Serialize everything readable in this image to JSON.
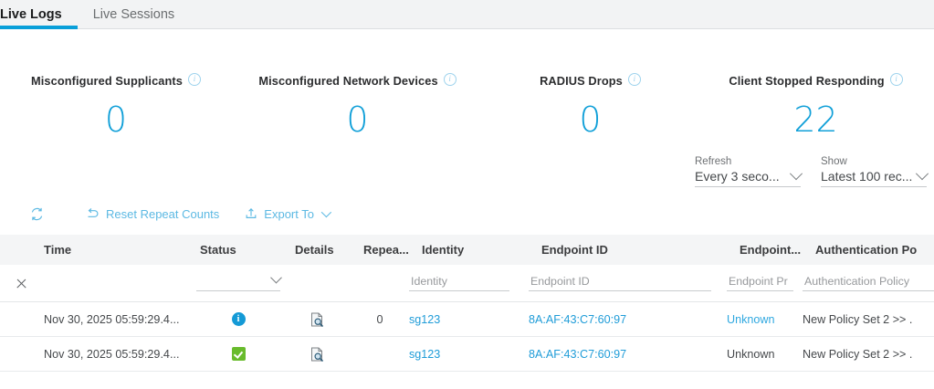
{
  "tabs": [
    {
      "label": "Live Logs",
      "active": true
    },
    {
      "label": "Live Sessions",
      "active": false
    }
  ],
  "kpis": [
    {
      "title": "Misconfigured Supplicants",
      "value": "0",
      "info_icon": "info-circle-icon"
    },
    {
      "title": "Misconfigured Network Devices",
      "value": "0",
      "info_icon": "info-circle-icon"
    },
    {
      "title": "RADIUS Drops",
      "value": "0",
      "info_icon": "info-circle-icon"
    },
    {
      "title": "Client Stopped Responding",
      "value": "22",
      "info_icon": "info-circle-icon"
    }
  ],
  "controls": {
    "refresh": {
      "label": "Refresh",
      "value": "Every 3 seco...",
      "icon": "chevron-down-icon"
    },
    "show": {
      "label": "Show",
      "value": "Latest 100 rec...",
      "icon": "chevron-down-icon"
    }
  },
  "toolbar": {
    "refresh_icon": "refresh-icon",
    "reset_label": "Reset Repeat Counts",
    "reset_icon": "undo-arrow-icon",
    "export_label": "Export To",
    "export_icon": "export-upload-icon",
    "export_chevron": "chevron-down-icon"
  },
  "table": {
    "headers": {
      "time": "Time",
      "status": "Status",
      "details": "Details",
      "repeat": "Repea...",
      "identity": "Identity",
      "endpoint_id": "Endpoint ID",
      "endpoint_profile": "Endpoint...",
      "auth_policy": "Authentication Po"
    },
    "filters": {
      "clear_icon": "clear-filter-x-icon",
      "status_placeholder": "",
      "identity_placeholder": "Identity",
      "endpoint_id_placeholder": "Endpoint ID",
      "endpoint_profile_placeholder": "Endpoint Pr",
      "auth_policy_placeholder": "Authentication Policy"
    },
    "rows": [
      {
        "time": "Nov 30, 2025 05:59:29.4...",
        "status": "info",
        "details_icon": "details-magnifier-icon",
        "repeat": "0",
        "identity": "sg123",
        "endpoint_id": "8A:AF:43:C7:60:97",
        "endpoint_profile": "Unknown",
        "endpoint_profile_link": true,
        "auth_policy": "New Policy Set 2 >> ."
      },
      {
        "time": "Nov 30, 2025 05:59:29.4...",
        "status": "success",
        "details_icon": "details-magnifier-icon",
        "repeat": "",
        "identity": "sg123",
        "endpoint_id": "8A:AF:43:C7:60:97",
        "endpoint_profile": "Unknown",
        "endpoint_profile_link": false,
        "auth_policy": "New Policy Set 2 >> ."
      }
    ]
  },
  "colors": {
    "accent": "#099fd9",
    "kpi_value": "#0f9fd8",
    "link": "#2fa8e0",
    "status_info": "#149ad6",
    "status_success": "#68bb2c"
  }
}
